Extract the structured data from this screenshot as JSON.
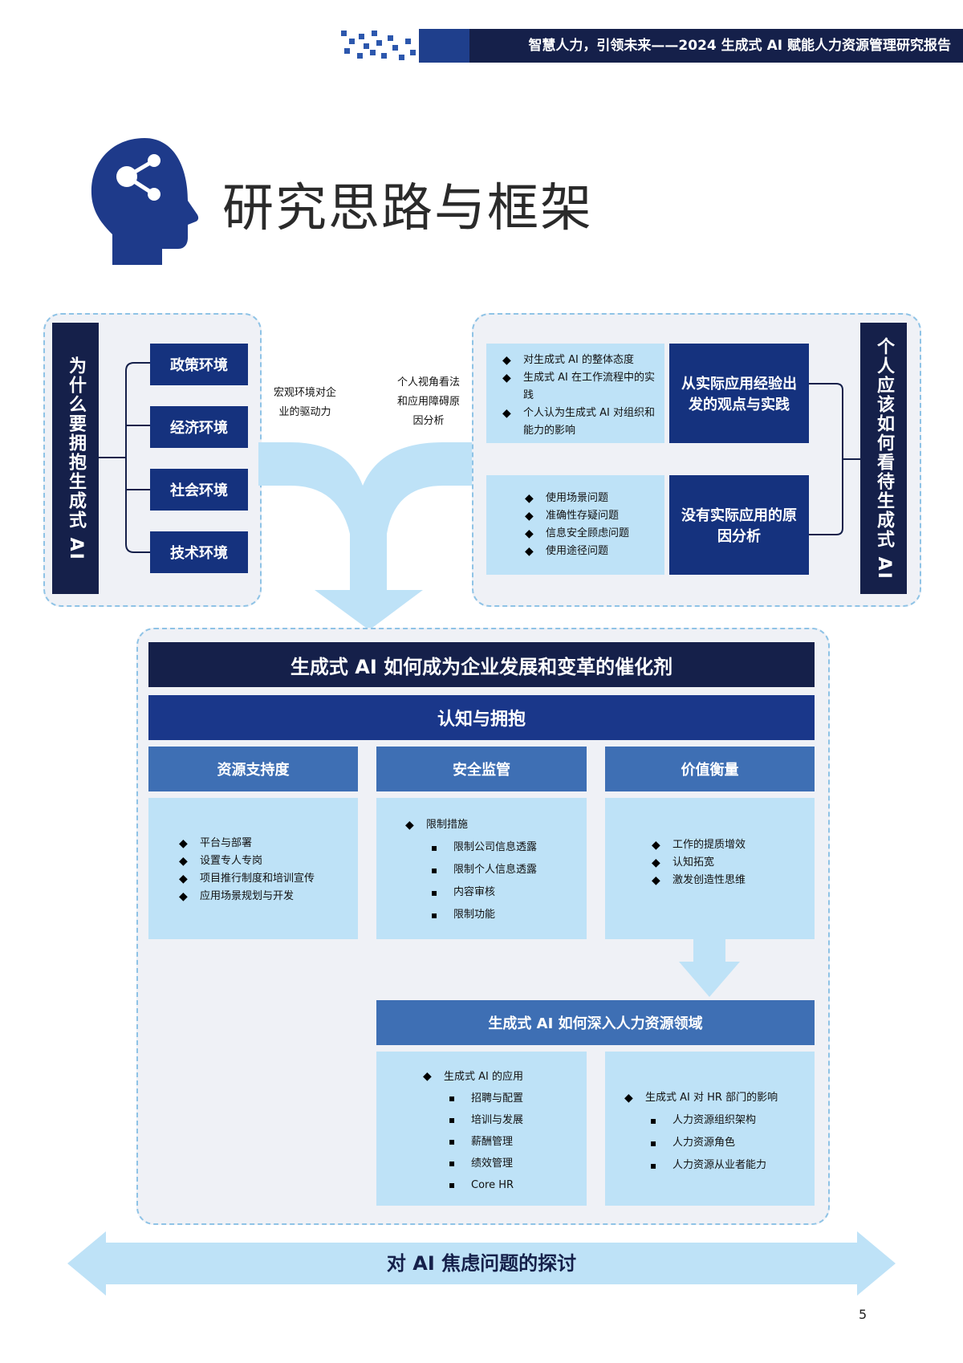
{
  "header": {
    "text": "智慧人力，引领未来——2024 生成式 AI 赋能人力资源管理研究报告"
  },
  "page_title": "研究思路与框架",
  "left_panel": {
    "vertical_label": "为什么要拥抱生成式 AI",
    "items": [
      "政策环境",
      "经济环境",
      "社会环境",
      "技术环境"
    ]
  },
  "middle_notes": {
    "left": [
      "宏观环境对企",
      "业的驱动力"
    ],
    "right": [
      "个人视角看法",
      "和应用障碍原",
      "因分析"
    ]
  },
  "right_panel": {
    "vertical_label": "个人应该如何看待生成式 AI",
    "top_list": [
      "对生成式 AI 的整体态度",
      "生成式 AI 在工作流程中的实践",
      "个人认为生成式 AI 对组织和能力的影响"
    ],
    "top_box": "从实际应用经验出发的观点与实践",
    "bottom_list": [
      "使用场景问题",
      "准确性存疑问题",
      "信息安全顾虑问题",
      "使用途径问题"
    ],
    "bottom_box": "没有实际应用的原因分析"
  },
  "center": {
    "main_title": "生成式 AI 如何成为企业发展和变革的催化剂",
    "sub_title": "认知与拥抱",
    "columns": [
      {
        "header": "资源支持度",
        "items": [
          "平台与部署",
          "设置专人专岗",
          "项目推行制度和培训宣传",
          "应用场景规划与开发"
        ]
      },
      {
        "header": "安全监管",
        "lead": "限制措施",
        "sub_items": [
          "限制公司信息透露",
          "限制个人信息透露",
          "内容审核",
          "限制功能"
        ]
      },
      {
        "header": "价值衡量",
        "items": [
          "工作的提质增效",
          "认知拓宽",
          "激发创造性思维"
        ]
      }
    ],
    "hr_title": "生成式 AI 如何深入人力资源领域",
    "hr_left": {
      "lead": "生成式 AI 的应用",
      "sub_items": [
        "招聘与配置",
        "培训与发展",
        "薪酬管理",
        "绩效管理",
        "Core HR"
      ]
    },
    "hr_right": {
      "lead": "生成式 AI 对 HR 部门的影响",
      "sub_items": [
        "人力资源组织架构",
        "人力资源角色",
        "人力资源从业者能力"
      ]
    }
  },
  "bottom_banner": "对 AI 焦虑问题的探讨",
  "page_number": "5",
  "colors": {
    "navy": "#15204a",
    "blue": "#15327e",
    "mid_blue": "#3e6fb4",
    "light_blue": "#bee2f7",
    "dash": "#8fc3e6"
  }
}
